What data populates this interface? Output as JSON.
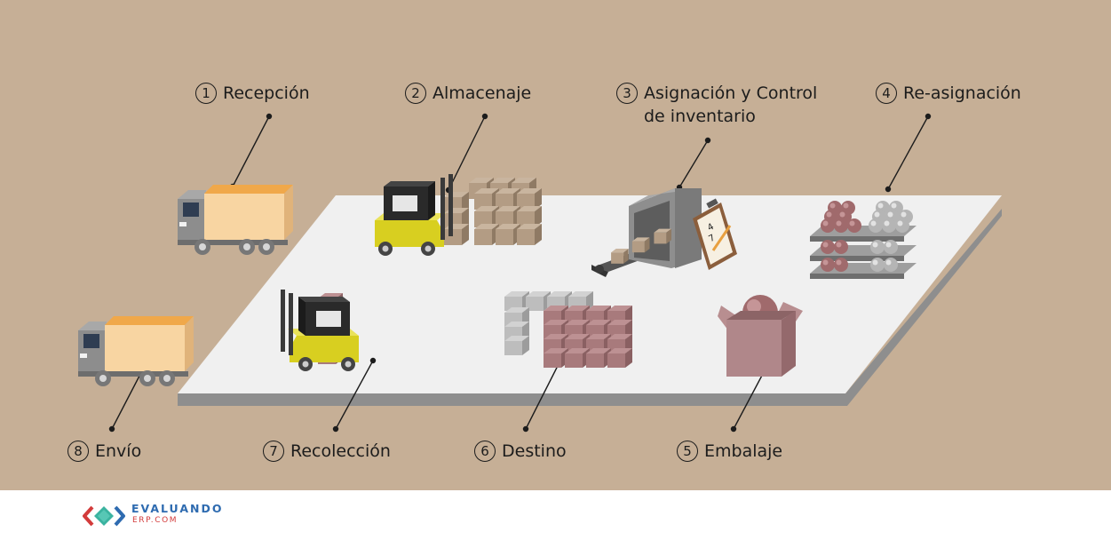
{
  "steps": [
    {
      "number": "1",
      "label": "Recepción"
    },
    {
      "number": "2",
      "label": "Almacenaje"
    },
    {
      "number": "3",
      "label": "Asignación y Control de inventario"
    },
    {
      "number": "4",
      "label": "Re-asignación"
    },
    {
      "number": "5",
      "label": "Embalaje"
    },
    {
      "number": "6",
      "label": "Destino"
    },
    {
      "number": "7",
      "label": "Recolección"
    },
    {
      "number": "8",
      "label": "Envío"
    }
  ],
  "clipboard_digits": [
    "4",
    "7"
  ],
  "footer": {
    "brand_name": "EVALUANDO",
    "brand_domain": "ERP.COM"
  },
  "colors": {
    "background": "#c6af96",
    "floor": "#f0f0f0",
    "truck_cargo": "#f8d5a2",
    "truck_roof": "#f0a84a",
    "forklift_yellow": "#d8cf20",
    "box_brown": "#b39c84",
    "box_mauve": "#a87a7c",
    "box_grey": "#bdbdbd",
    "brand_blue": "#2e6bb0",
    "brand_red": "#d33b3b"
  }
}
